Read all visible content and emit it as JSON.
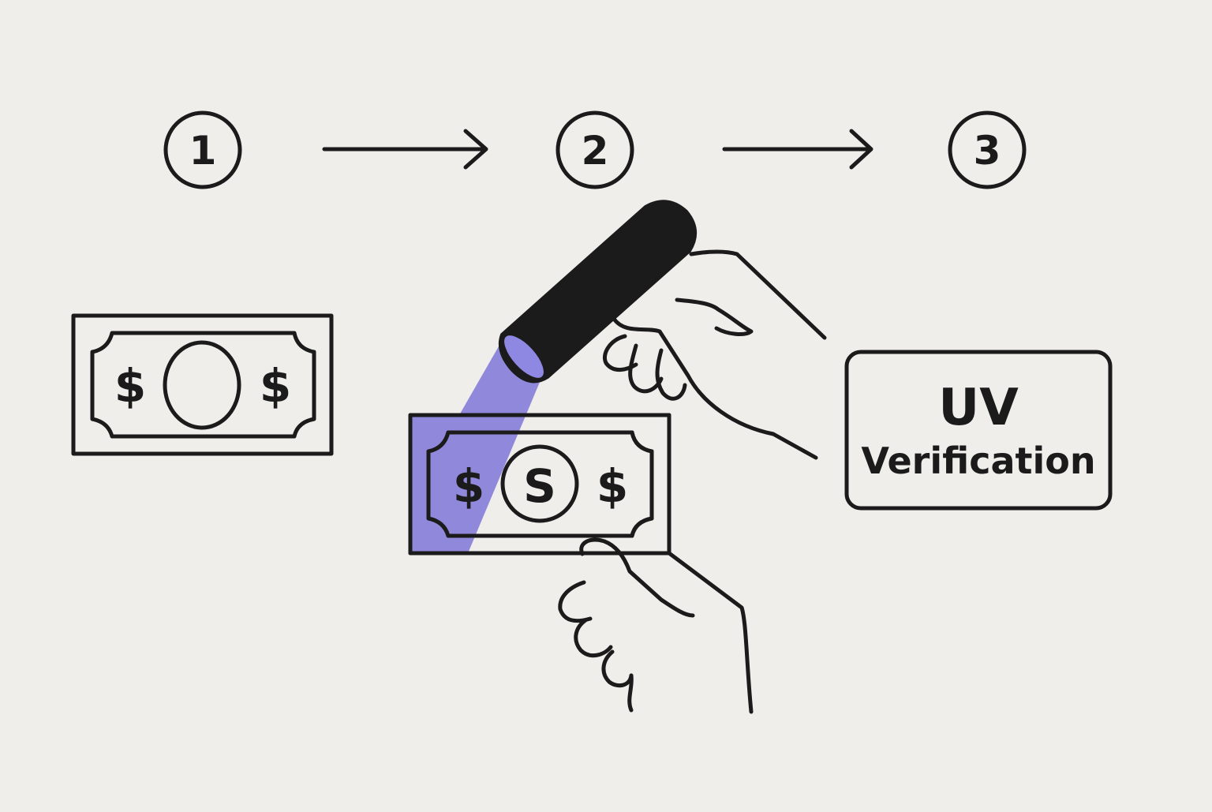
{
  "steps": [
    {
      "number": "1"
    },
    {
      "number": "2"
    },
    {
      "number": "3"
    }
  ],
  "banknote_1": {
    "left_symbol": "$",
    "right_symbol": "$"
  },
  "banknote_2": {
    "left_symbol": "$",
    "center_symbol": "S",
    "right_symbol": "$"
  },
  "result_box": {
    "title": "UV",
    "subtitle": "Verification"
  },
  "colors": {
    "background": "#efeeeb",
    "ink": "#1b1b1b",
    "uv_light": "#7b72d6",
    "box_fill": "#f8f8f6"
  },
  "icons": [
    "banknote-icon",
    "uv-flashlight-icon",
    "hand-icon",
    "arrow-right-icon"
  ]
}
